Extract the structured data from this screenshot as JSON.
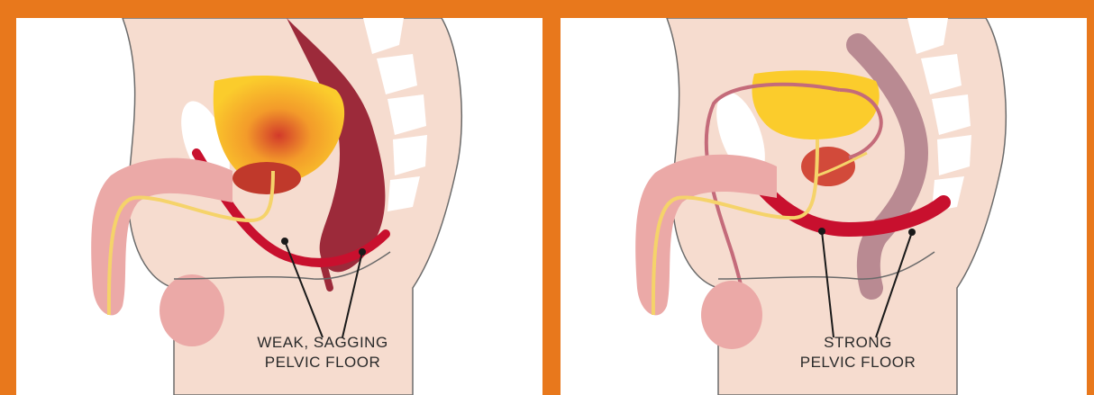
{
  "colors": {
    "frame": "#e8781c",
    "skin": "#f6dccf",
    "skin_outline": "#6b6b6b",
    "penis": "#eba9a7",
    "bladder": "#fbcc2c",
    "muscle": "#c8102e",
    "rectum": "#9c2a3a",
    "urethra": "#f5d36a"
  },
  "panels": [
    {
      "state": "weak",
      "caption_line1": "WEAK, SAGGING",
      "caption_line2": "PELVIC FLOOR"
    },
    {
      "state": "strong",
      "caption_line1": "STRONG",
      "caption_line2": "PELVIC FLOOR"
    }
  ]
}
